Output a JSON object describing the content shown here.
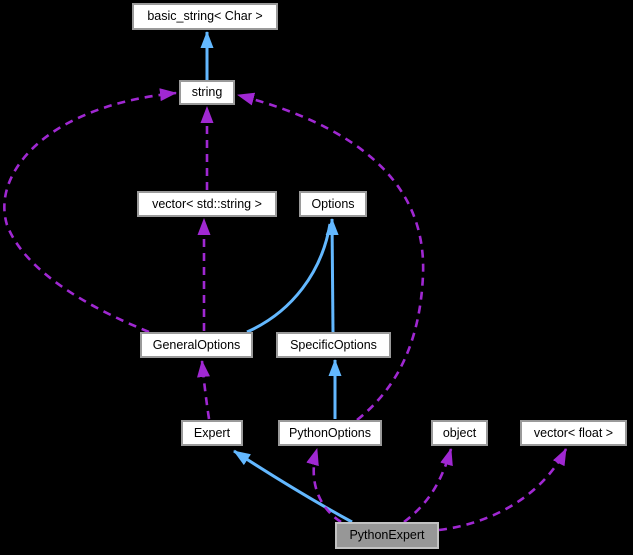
{
  "diagram": {
    "type": "collaboration-graph",
    "background": "#000000",
    "colors": {
      "inheritance_arrow": "#63b8ff",
      "usage_arrow": "#a028d2",
      "node_fill": "#ffffff",
      "node_border": "#9a9a9a",
      "node_text": "#000000",
      "focus_fill": "#979797",
      "focus_border": "#c2c2c2"
    },
    "nodes": {
      "basic_string": {
        "label": "basic_string< Char >"
      },
      "string": {
        "label": "string"
      },
      "vector_std_string": {
        "label": "vector< std::string >"
      },
      "options": {
        "label": "Options"
      },
      "general_options": {
        "label": "GeneralOptions"
      },
      "specific_options": {
        "label": "SpecificOptions"
      },
      "expert": {
        "label": "Expert"
      },
      "python_options": {
        "label": "PythonOptions"
      },
      "object": {
        "label": "object"
      },
      "vector_float": {
        "label": "vector< float >"
      },
      "python_expert": {
        "label": "PythonExpert"
      }
    },
    "edges": [
      {
        "from": "string",
        "to": "basic_string< Char >",
        "relation": "inheritance",
        "line": "solid-blue"
      },
      {
        "from": "vector< std::string >",
        "to": "string",
        "relation": "usage",
        "line": "dashed-purple"
      },
      {
        "from": "GeneralOptions",
        "to": "vector< std::string >",
        "relation": "usage",
        "line": "dashed-purple"
      },
      {
        "from": "GeneralOptions",
        "to": "string",
        "relation": "usage",
        "line": "dashed-purple"
      },
      {
        "from": "PythonOptions",
        "to": "string",
        "relation": "usage",
        "line": "dashed-purple"
      },
      {
        "from": "GeneralOptions",
        "to": "Options",
        "relation": "inheritance",
        "line": "solid-blue"
      },
      {
        "from": "SpecificOptions",
        "to": "Options",
        "relation": "inheritance",
        "line": "solid-blue"
      },
      {
        "from": "Expert",
        "to": "GeneralOptions",
        "relation": "usage",
        "line": "dashed-purple"
      },
      {
        "from": "PythonOptions",
        "to": "SpecificOptions",
        "relation": "inheritance",
        "line": "solid-blue"
      },
      {
        "from": "PythonExpert",
        "to": "Expert",
        "relation": "inheritance",
        "line": "solid-blue"
      },
      {
        "from": "PythonExpert",
        "to": "PythonOptions",
        "relation": "usage",
        "line": "dashed-purple"
      },
      {
        "from": "PythonExpert",
        "to": "object",
        "relation": "usage",
        "line": "dashed-purple"
      },
      {
        "from": "PythonExpert",
        "to": "vector< float >",
        "relation": "usage",
        "line": "dashed-purple"
      }
    ]
  }
}
